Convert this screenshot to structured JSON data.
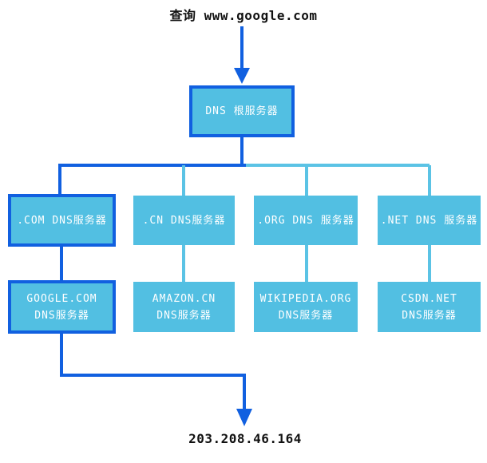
{
  "colors": {
    "accent_dark": "#1160E0",
    "accent_light": "#52BFE2",
    "line_light": "#5BC3E5",
    "box_text": "#FFFFFF",
    "text_dark": "#111111"
  },
  "title": "查询 www.google.com",
  "result_ip": "203.208.46.164",
  "nodes": {
    "root": {
      "label": "DNS 根服务器",
      "highlighted": true
    },
    "tlds": [
      {
        "label": ".COM DNS服务器",
        "highlighted": true
      },
      {
        "label": ".CN DNS服务器",
        "highlighted": false
      },
      {
        "label": ".ORG DNS 服务器",
        "highlighted": false
      },
      {
        "label": ".NET DNS 服务器",
        "highlighted": false
      }
    ],
    "authoritative": [
      {
        "line1": "GOOGLE.COM",
        "line2": "DNS服务器",
        "highlighted": true
      },
      {
        "line1": "AMAZON.CN",
        "line2": "DNS服务器",
        "highlighted": false
      },
      {
        "line1": "WIKIPEDIA.ORG",
        "line2": "DNS服务器",
        "highlighted": false
      },
      {
        "line1": "CSDN.NET",
        "line2": "DNS服务器",
        "highlighted": false
      }
    ]
  }
}
